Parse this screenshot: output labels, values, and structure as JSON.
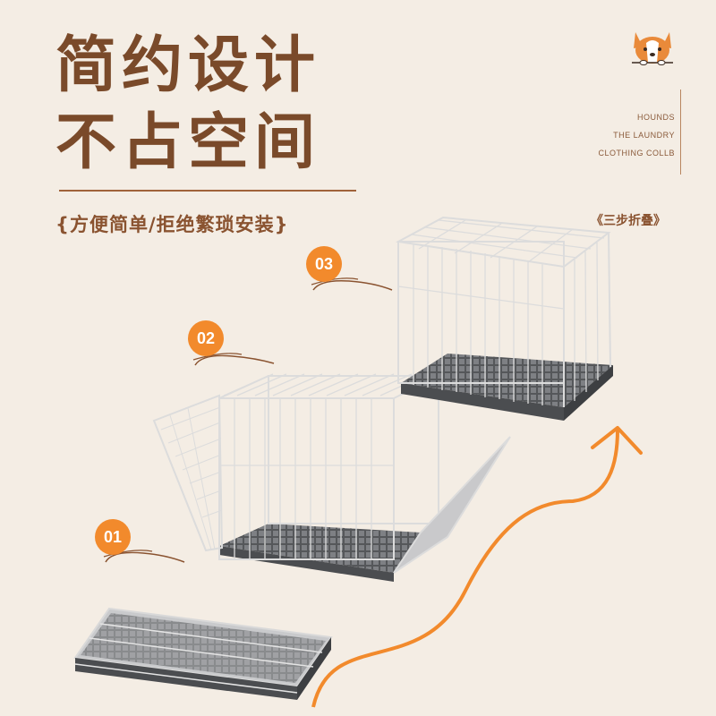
{
  "headline": {
    "line1": "简约设计",
    "line2": "不占空间"
  },
  "tagline": "{方便简单/拒绝繁琐安装}",
  "brand": {
    "line1": "HOUNDS",
    "line2": "THE LAUNDRY",
    "line3": "CLOTHING COLLB"
  },
  "steps_label": "《三步折叠》",
  "step_numbers": {
    "s1": "01",
    "s2": "02",
    "s3": "03"
  },
  "colors": {
    "accent": "#f28a2c",
    "heading": "#7a4a2a",
    "background": "#f4ede4",
    "wire": "#d8d8d8"
  },
  "icons": {
    "logo": "corgi-face-icon",
    "arrow": "curved-arrow-up-icon"
  }
}
